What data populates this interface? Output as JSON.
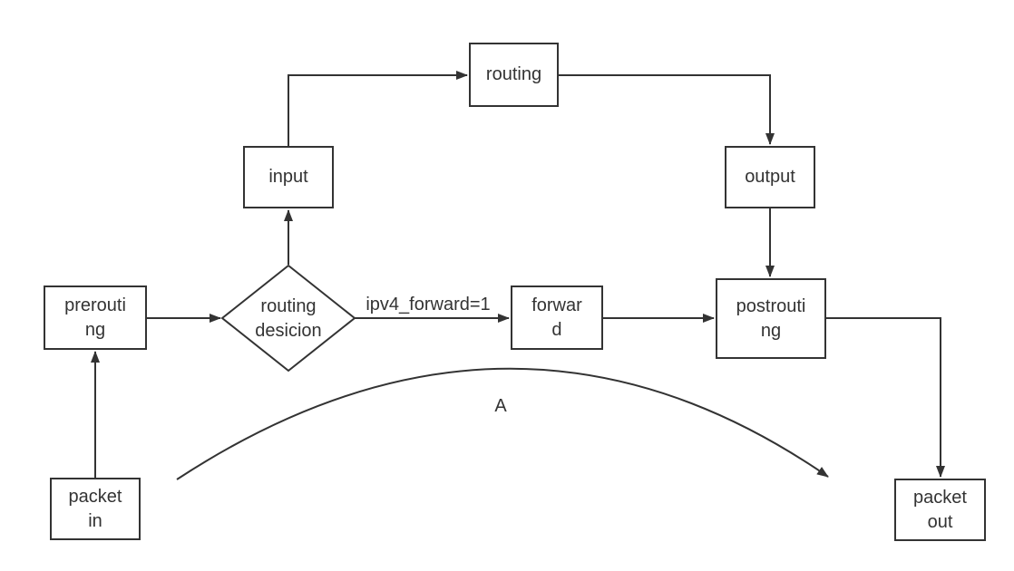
{
  "diagram": {
    "type": "flowchart",
    "background": "#ffffff",
    "colors": {
      "line": "#333333",
      "text": "#333333",
      "node_fill": "#ffffff"
    },
    "nodes": {
      "packet_in": {
        "label": "packet\nin",
        "shape": "rect"
      },
      "prerouting": {
        "label": "prerouti\nng",
        "shape": "rect"
      },
      "routing_decision": {
        "label": "routing\ndesicion",
        "shape": "diamond"
      },
      "input": {
        "label": "input",
        "shape": "rect"
      },
      "routing": {
        "label": "routing",
        "shape": "rect"
      },
      "output": {
        "label": "output",
        "shape": "rect"
      },
      "forward": {
        "label": "forwar\nd",
        "shape": "rect"
      },
      "postrouting": {
        "label": "postrouti\nng",
        "shape": "rect"
      },
      "packet_out": {
        "label": "packet\nout",
        "shape": "rect"
      }
    },
    "edge_labels": {
      "ipv4_forward": "ipv4_forward=1",
      "curve": "A"
    },
    "edges": [
      {
        "from": "packet_in",
        "to": "prerouting",
        "label": ""
      },
      {
        "from": "prerouting",
        "to": "routing_decision",
        "label": ""
      },
      {
        "from": "routing_decision",
        "to": "input",
        "label": ""
      },
      {
        "from": "input",
        "to": "routing",
        "label": ""
      },
      {
        "from": "routing",
        "to": "output",
        "label": ""
      },
      {
        "from": "output",
        "to": "postrouting",
        "label": ""
      },
      {
        "from": "routing_decision",
        "to": "forward",
        "label": "ipv4_forward=1"
      },
      {
        "from": "forward",
        "to": "postrouting",
        "label": ""
      },
      {
        "from": "postrouting",
        "to": "packet_out",
        "label": ""
      },
      {
        "from": "packet_in",
        "to": "packet_out",
        "label": "A",
        "style": "curved"
      }
    ]
  }
}
